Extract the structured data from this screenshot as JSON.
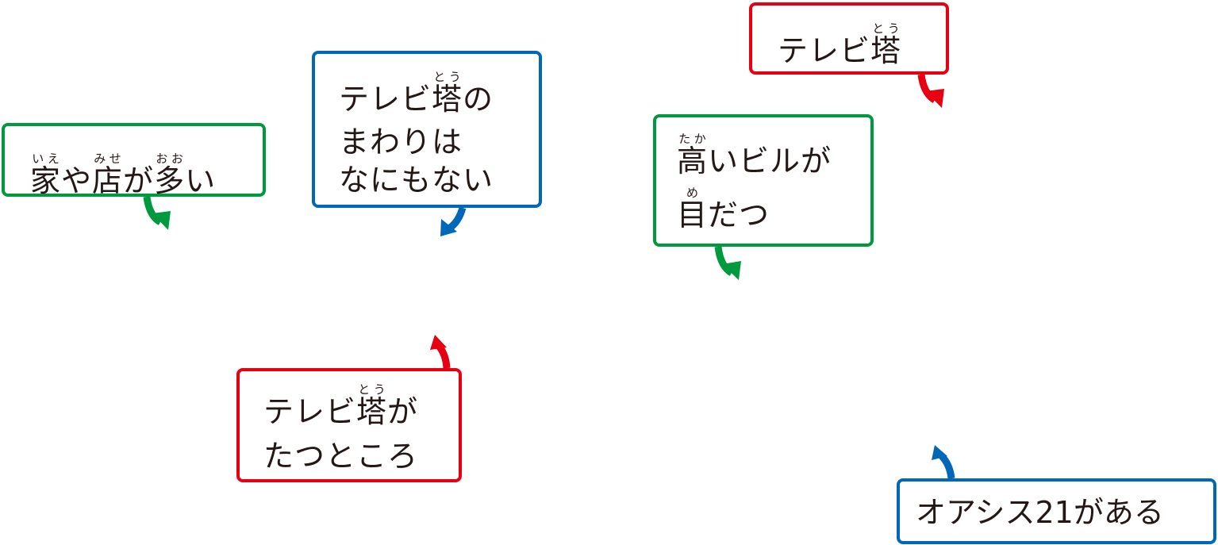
{
  "colors": {
    "green": "#009a3e",
    "blue": "#0068b7",
    "red": "#e60012",
    "text": "#231815"
  },
  "labels": {
    "houses_shops": {
      "part1": "家",
      "ruby1": "いえ",
      "part2": "や",
      "part3": "店",
      "ruby3": "みせ",
      "part4": "が",
      "part5": "多",
      "ruby5": "おお",
      "part6": "い"
    },
    "around_tower": {
      "line1_a": "テレビ",
      "line1_b": "塔",
      "line1_b_ruby": "とう",
      "line1_c": "の",
      "line2": "まわりは",
      "line3": "なにもない"
    },
    "tower": {
      "a": "テレビ",
      "b": "塔",
      "b_ruby": "とう"
    },
    "tall_buildings": {
      "line1_a": "高",
      "line1_a_ruby": "たか",
      "line1_b": "いビルが",
      "line2_a": "目",
      "line2_a_ruby": "め",
      "line2_b": "だつ"
    },
    "tower_location": {
      "line1_a": "テレビ",
      "line1_b": "塔",
      "line1_b_ruby": "とう",
      "line1_c": "が",
      "line2": "たつところ"
    },
    "oasis": {
      "text": "オアシス21がある"
    }
  }
}
